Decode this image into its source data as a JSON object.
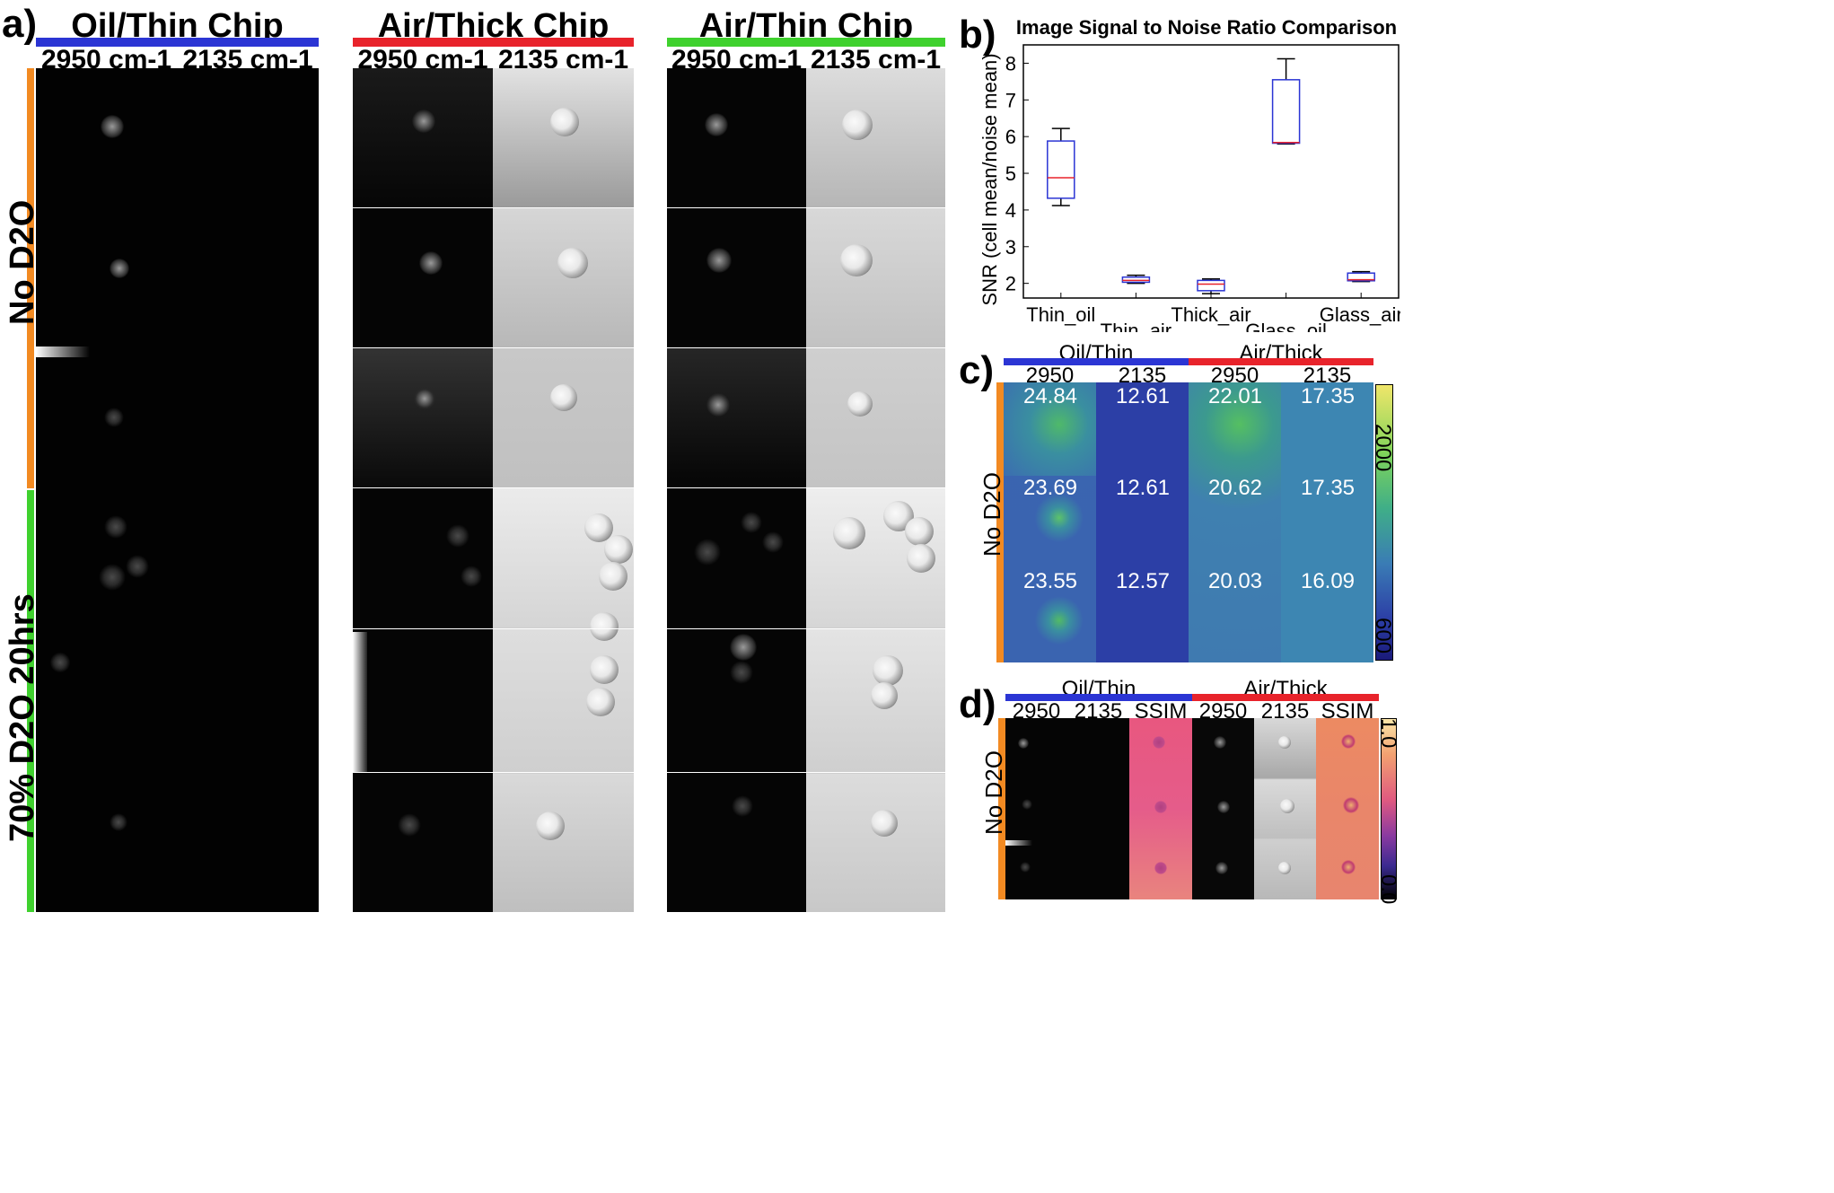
{
  "panel_a": {
    "label": "a)",
    "chips": [
      {
        "title": "Oil/Thin Chip",
        "color": "#2b35d4",
        "wn1": "2950 cm-1",
        "wn2": "2135 cm-1"
      },
      {
        "title": "Air/Thick Chip",
        "color": "#e8232b",
        "wn1": "2950 cm-1",
        "wn2": "2135 cm-1"
      },
      {
        "title": "Air/Thin Chip",
        "color": "#3fd12e",
        "wn1": "2950 cm-1",
        "wn2": "2135 cm-1"
      }
    ],
    "row_groups": [
      {
        "label": "No D2O",
        "color": "#f28a22"
      },
      {
        "label": "70% D2O 20hrs",
        "color": "#3fd12e"
      }
    ]
  },
  "panel_b": {
    "label": "b)"
  },
  "panel_c": {
    "label": "c)",
    "groups": [
      {
        "label": "Oil/Thin",
        "color": "#2b35d4"
      },
      {
        "label": "Air/Thick",
        "color": "#e8232b"
      }
    ],
    "columns": [
      "2950",
      "2135",
      "2950",
      "2135"
    ],
    "row_label": "No D2O",
    "values": [
      [
        "24.84",
        "12.61",
        "22.01",
        "17.35"
      ],
      [
        "23.69",
        "12.61",
        "20.62",
        "17.35"
      ],
      [
        "23.55",
        "12.57",
        "20.03",
        "16.09"
      ]
    ],
    "colorbar": {
      "max": "2000",
      "min": "600"
    }
  },
  "panel_d": {
    "label": "d)",
    "groups": [
      {
        "label": "Oil/Thin",
        "color": "#2b35d4"
      },
      {
        "label": "Air/Thick",
        "color": "#e8232b"
      }
    ],
    "columns": [
      "2950",
      "2135",
      "SSIM",
      "2950",
      "2135",
      "SSIM"
    ],
    "row_label": "No D2O",
    "colorbar": {
      "max": "1.0",
      "min": "0.0"
    }
  },
  "chart_data": {
    "type": "box",
    "title": "Image Signal to Noise Ratio Comparison",
    "ylabel": "SNR (cell mean/noise mean)",
    "xlabel": "",
    "ylim": [
      1.6,
      8.5
    ],
    "yticks": [
      2,
      3,
      4,
      5,
      6,
      7,
      8
    ],
    "categories": [
      "Thin_oil",
      "Thin_air",
      "Thick_air",
      "Glass_oil",
      "Glass_air"
    ],
    "boxes": [
      {
        "min": 4.12,
        "q1": 4.32,
        "median": 4.88,
        "q3": 5.88,
        "max": 6.22
      },
      {
        "min": 2.0,
        "q1": 2.03,
        "median": 2.08,
        "q3": 2.17,
        "max": 2.22
      },
      {
        "min": 1.72,
        "q1": 1.8,
        "median": 1.98,
        "q3": 2.08,
        "max": 2.12
      },
      {
        "min": 5.8,
        "q1": 5.82,
        "median": 5.84,
        "q3": 7.55,
        "max": 8.12
      },
      {
        "min": 2.05,
        "q1": 2.07,
        "median": 2.1,
        "q3": 2.28,
        "max": 2.32
      }
    ],
    "box_color": "#2b35d4",
    "median_color": "#e8232b"
  }
}
